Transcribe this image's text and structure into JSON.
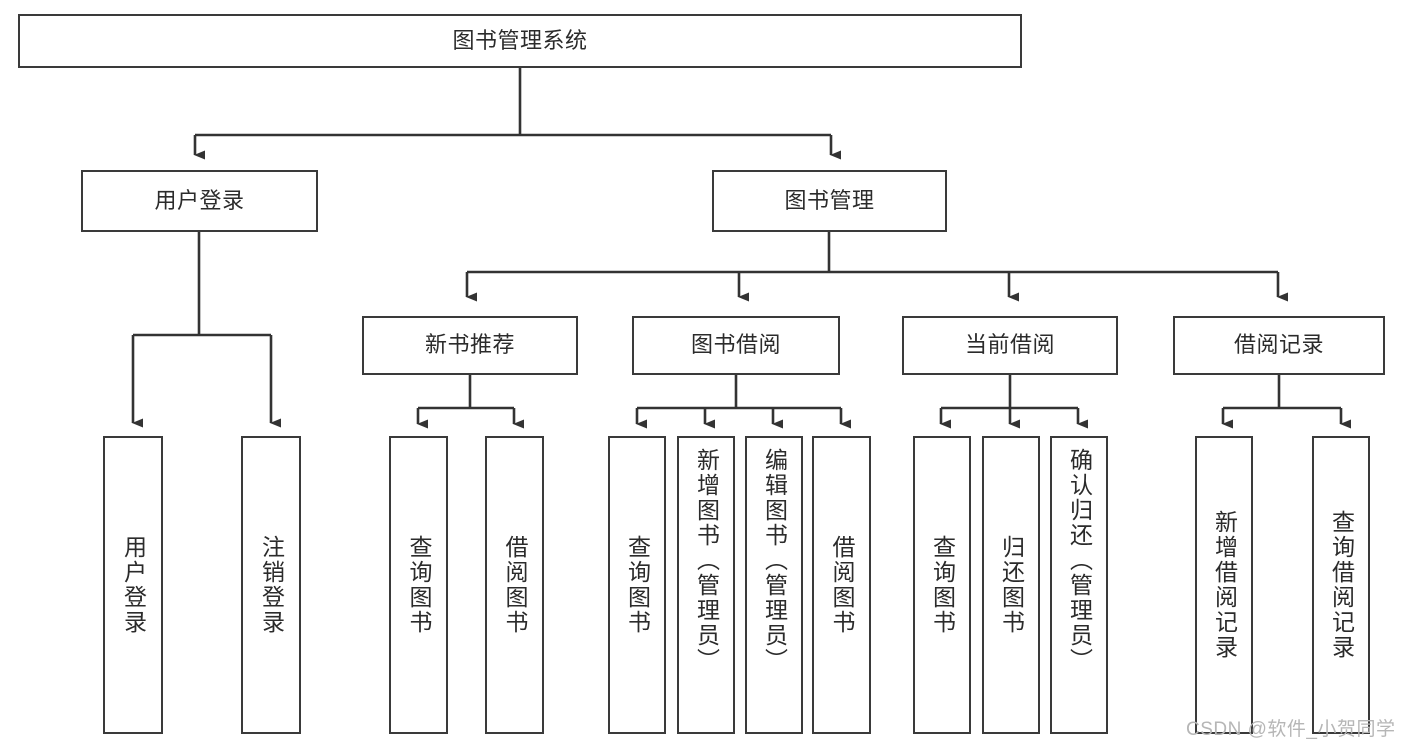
{
  "diagram": {
    "title": "图书管理系统",
    "type": "hierarchy-tree",
    "watermark": "CSDN @软件_小贺同学",
    "colors": {
      "box_border": "#3a3a3a",
      "box_fill": "#ffffff",
      "connector": "#333333",
      "text": "#2b2b2b",
      "watermark": "#b6b6b6"
    },
    "levels": {
      "root": {
        "label": "图书管理系统"
      },
      "level2": [
        {
          "label": "用户登录"
        },
        {
          "label": "图书管理"
        }
      ],
      "level3": [
        {
          "label": "新书推荐"
        },
        {
          "label": "图书借阅"
        },
        {
          "label": "当前借阅"
        },
        {
          "label": "借阅记录"
        }
      ],
      "leaves": {
        "user_login": [
          {
            "label": "用户登录"
          },
          {
            "label": "注销登录"
          }
        ],
        "new_book_recommend": [
          {
            "label": "查询图书"
          },
          {
            "label": "借阅图书"
          }
        ],
        "book_borrow": [
          {
            "label": "查询图书"
          },
          {
            "label": "新增图书（管理员）"
          },
          {
            "label": "编辑图书（管理员）"
          },
          {
            "label": "借阅图书"
          }
        ],
        "current_borrow": [
          {
            "label": "查询图书"
          },
          {
            "label": "归还图书"
          },
          {
            "label": "确认归还（管理员）"
          }
        ],
        "borrow_record": [
          {
            "label": "新增借阅记录"
          },
          {
            "label": "查询借阅记录"
          }
        ]
      }
    }
  }
}
